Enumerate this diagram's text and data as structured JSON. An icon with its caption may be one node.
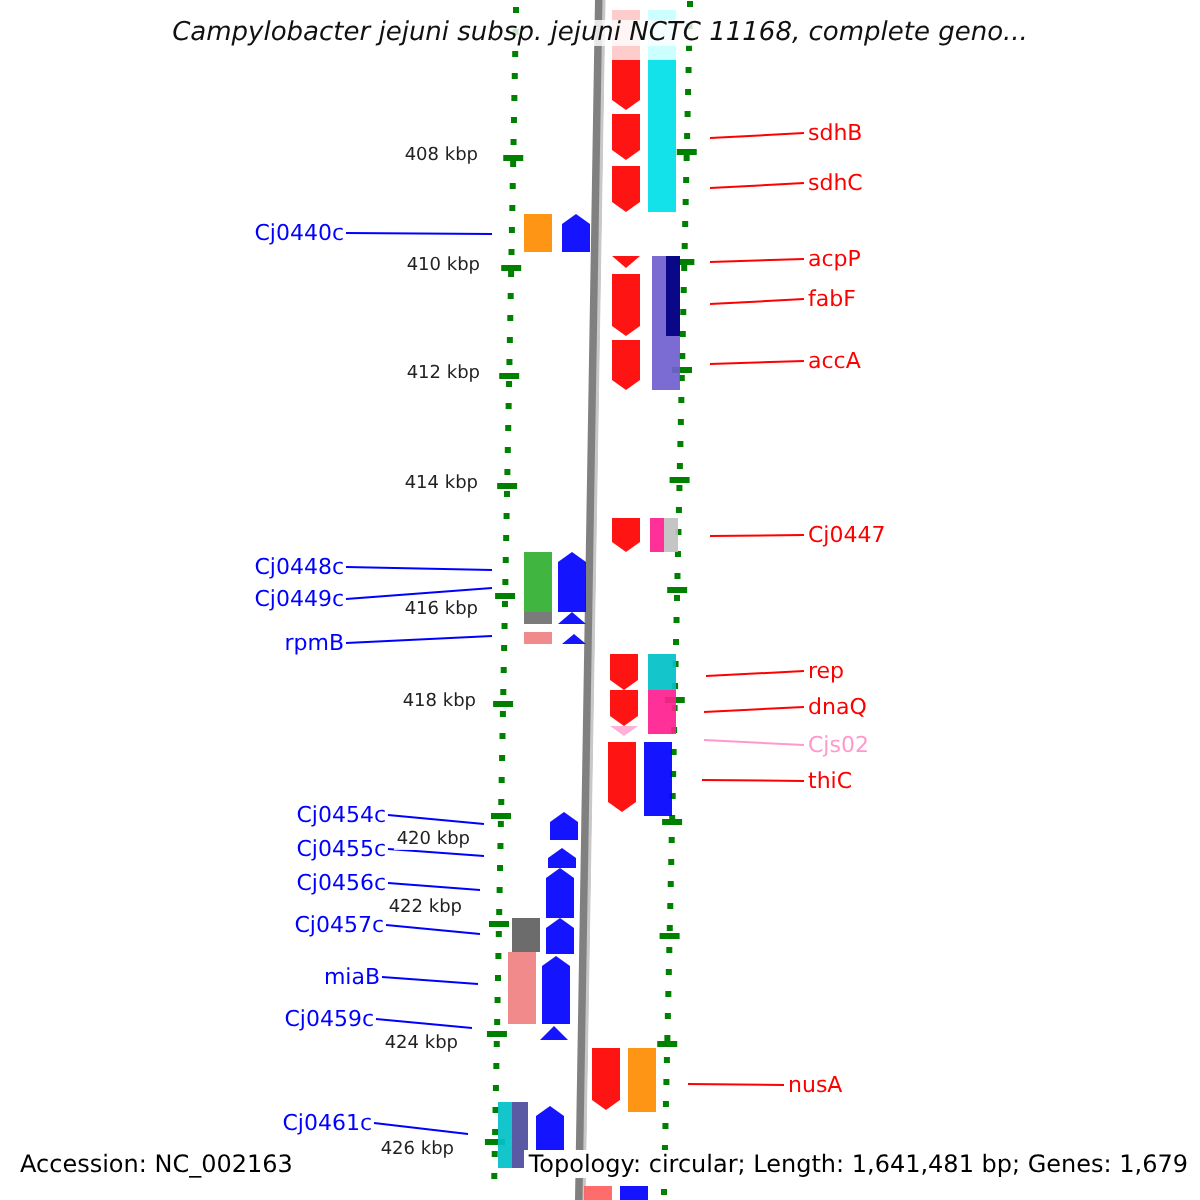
{
  "diagram": {
    "title": "Campylobacter jejuni subsp. jejuni NCTC 11168, complete geno...",
    "nodes": [
      {
        "text": [
          "Cj0440c"
        ]
      },
      {
        "text": [
          "Cj0448c"
        ]
      },
      {
        "text": [
          "Cj0449c"
        ]
      },
      {
        "text": [
          "rpmB"
        ]
      },
      {
        "text": [
          "Cj0454c"
        ]
      },
      {
        "text": [
          "Cj0455c"
        ]
      },
      {
        "text": [
          "Cj0456c"
        ]
      },
      {
        "text": [
          "Cj0457c"
        ]
      },
      {
        "text": [
          "miaB"
        ]
      },
      {
        "text": [
          "Cj0459c"
        ]
      },
      {
        "text": [
          "Cj0461c"
        ]
      },
      {
        "text": [
          "sdhB"
        ]
      },
      {
        "text": [
          "sdhC"
        ]
      },
      {
        "text": [
          "acpP"
        ]
      },
      {
        "text": [
          "fabF"
        ]
      },
      {
        "text": [
          "accA"
        ]
      },
      {
        "text": [
          "Cj0447"
        ]
      },
      {
        "text": [
          "rep"
        ]
      },
      {
        "text": [
          "dnaQ"
        ]
      },
      {
        "text": [
          "Cjs02"
        ]
      },
      {
        "text": [
          "thiC"
        ]
      },
      {
        "text": [
          "nusA"
        ]
      }
    ],
    "edges": [
      {
        "from": 0,
        "to": null,
        "arrow": "none"
      },
      {
        "from": 1,
        "to": null,
        "arrow": "none"
      },
      {
        "from": 2,
        "to": null,
        "arrow": "none"
      },
      {
        "from": 3,
        "to": null,
        "arrow": "none"
      },
      {
        "from": 4,
        "to": null,
        "arrow": "none"
      },
      {
        "from": 5,
        "to": null,
        "arrow": "none"
      },
      {
        "from": 6,
        "to": null,
        "arrow": "none"
      },
      {
        "from": 7,
        "to": null,
        "arrow": "none"
      },
      {
        "from": 8,
        "to": null,
        "arrow": "none"
      },
      {
        "from": 9,
        "to": null,
        "arrow": "none"
      },
      {
        "from": 10,
        "to": null,
        "arrow": "none"
      },
      {
        "from": 11,
        "to": null,
        "arrow": "none",
        "color": "#ff0000"
      },
      {
        "from": 12,
        "to": null,
        "arrow": "none",
        "color": "#ff0000"
      },
      {
        "from": 13,
        "to": null,
        "arrow": "none",
        "color": "#ff0000"
      },
      {
        "from": 14,
        "to": null,
        "arrow": "none",
        "color": "#ff0000"
      },
      {
        "from": 15,
        "to": null,
        "arrow": "none",
        "color": "#ff0000"
      },
      {
        "from": 16,
        "to": null,
        "arrow": "none",
        "color": "#ff0000"
      },
      {
        "from": 17,
        "to": null,
        "arrow": "none",
        "color": "#ff0000"
      },
      {
        "from": 18,
        "to": null,
        "arrow": "none",
        "color": "#ff0000"
      },
      {
        "from": 19,
        "to": null,
        "arrow": "none",
        "color": "#ff99cc"
      },
      {
        "from": 20,
        "to": null,
        "arrow": "none",
        "color": "#ff0000"
      },
      {
        "from": 21,
        "to": null,
        "arrow": "none",
        "color": "#ff0000"
      }
    ],
    "labels": [
      "408 kbp",
      "410 kbp",
      "412 kbp",
      "414 kbp",
      "416 kbp",
      "418 kbp",
      "420 kbp",
      "422 kbp",
      "424 kbp",
      "426 kbp",
      "Accession: NC_002163",
      "Topology: circular; Length: 1,641,481 bp; Genes: 1,679"
    ]
  }
}
